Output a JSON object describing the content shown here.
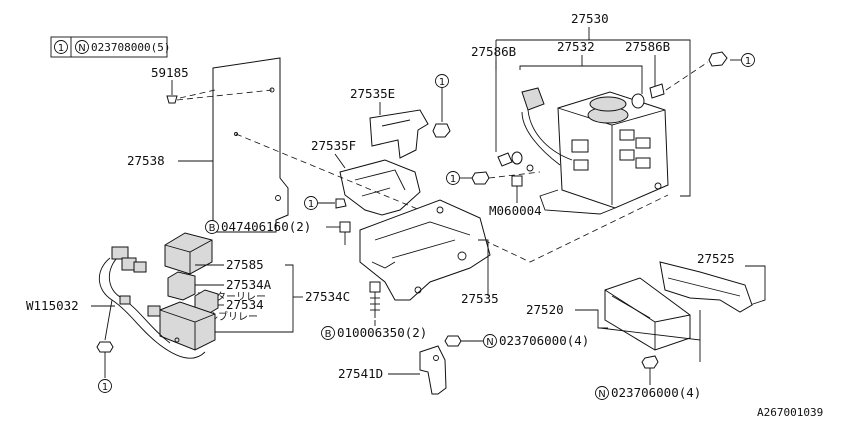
{
  "legend": {
    "circle_1": "1",
    "circle_n": "N",
    "part": "023708000(5)"
  },
  "labels": {
    "p27530": "27530",
    "p27532": "27532",
    "p27586b_left": "27586B",
    "p27586b_right": "27586B",
    "p59185": "59185",
    "p27535e": "27535E",
    "p27535f": "27535F",
    "p27538": "27538",
    "m060004": "M060004",
    "b047406160": "047406160(2)",
    "p27585": "27585",
    "p27534a": "27534A",
    "p27534a_jp": "モーターリレー",
    "p27534": "27534",
    "p27534_jp": "バルブリレー",
    "p27534c": "27534C",
    "w115032": "W115032",
    "p27535": "27535",
    "b010006350": "010006350(2)",
    "n023706000_a": "023706000(4)",
    "p27525": "27525",
    "p27520": "27520",
    "p27541d": "27541D",
    "n023706000_b": "023706000(4)",
    "doc_id": "A267001039"
  },
  "markers": {
    "one": "1",
    "b": "B",
    "n": "N"
  }
}
